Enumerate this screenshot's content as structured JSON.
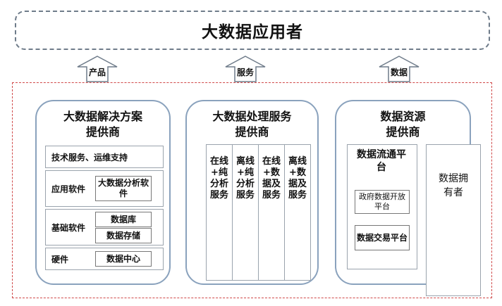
{
  "header": {
    "title": "大数据应用者"
  },
  "arrows": [
    {
      "label": "产品"
    },
    {
      "label": "服务"
    },
    {
      "label": "数据"
    }
  ],
  "panel_solutions": {
    "title_line1": "大数据解决方案",
    "title_line2": "提供商",
    "tech_service": "技术服务、运维支持",
    "app_software": {
      "label": "应用软件",
      "item": "大数据分析软件"
    },
    "base_software": {
      "label": "基础软件",
      "items": [
        "数据库",
        "数据存储"
      ]
    },
    "hardware": {
      "label": "硬件",
      "item": "数据中心"
    }
  },
  "panel_processing": {
    "title_line1": "大数据处理服务",
    "title_line2": "提供商",
    "columns": [
      "在线+纯分析服务",
      "离线+纯分析服务",
      "在线+数据及服务",
      "离线+数据及服务"
    ]
  },
  "panel_resources": {
    "title_line1": "数据资源",
    "title_line2": "提供商",
    "platform_title": "数据流通平台",
    "gov_open": "政府数据开放平台",
    "exchange": "数据交易平台",
    "owner": "数据拥有者"
  },
  "colors": {
    "border_blue": "#8aa2bd",
    "frame_red": "#d04848",
    "banner_border": "#6f7c8a"
  }
}
